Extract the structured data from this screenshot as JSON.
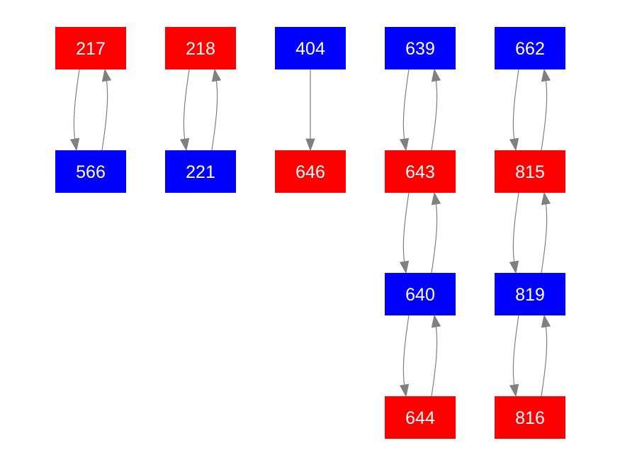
{
  "colors": {
    "red": "#ff0000",
    "blue": "#0000ff",
    "edge": "#808080",
    "label": "#ffffff"
  },
  "nodes": [
    {
      "id": "217",
      "color": "red"
    },
    {
      "id": "566",
      "color": "blue"
    },
    {
      "id": "218",
      "color": "red"
    },
    {
      "id": "221",
      "color": "blue"
    },
    {
      "id": "404",
      "color": "blue"
    },
    {
      "id": "646",
      "color": "red"
    },
    {
      "id": "639",
      "color": "blue"
    },
    {
      "id": "643",
      "color": "red"
    },
    {
      "id": "640",
      "color": "blue"
    },
    {
      "id": "644",
      "color": "red"
    },
    {
      "id": "662",
      "color": "blue"
    },
    {
      "id": "815",
      "color": "red"
    },
    {
      "id": "819",
      "color": "blue"
    },
    {
      "id": "816",
      "color": "red"
    }
  ],
  "edges": [
    {
      "from": "217",
      "to": "566"
    },
    {
      "from": "566",
      "to": "217"
    },
    {
      "from": "218",
      "to": "221"
    },
    {
      "from": "221",
      "to": "218"
    },
    {
      "from": "404",
      "to": "646"
    },
    {
      "from": "639",
      "to": "643"
    },
    {
      "from": "643",
      "to": "639"
    },
    {
      "from": "643",
      "to": "640"
    },
    {
      "from": "640",
      "to": "643"
    },
    {
      "from": "640",
      "to": "644"
    },
    {
      "from": "644",
      "to": "640"
    },
    {
      "from": "662",
      "to": "815"
    },
    {
      "from": "815",
      "to": "662"
    },
    {
      "from": "815",
      "to": "819"
    },
    {
      "from": "819",
      "to": "815"
    },
    {
      "from": "819",
      "to": "816"
    },
    {
      "from": "816",
      "to": "819"
    }
  ]
}
